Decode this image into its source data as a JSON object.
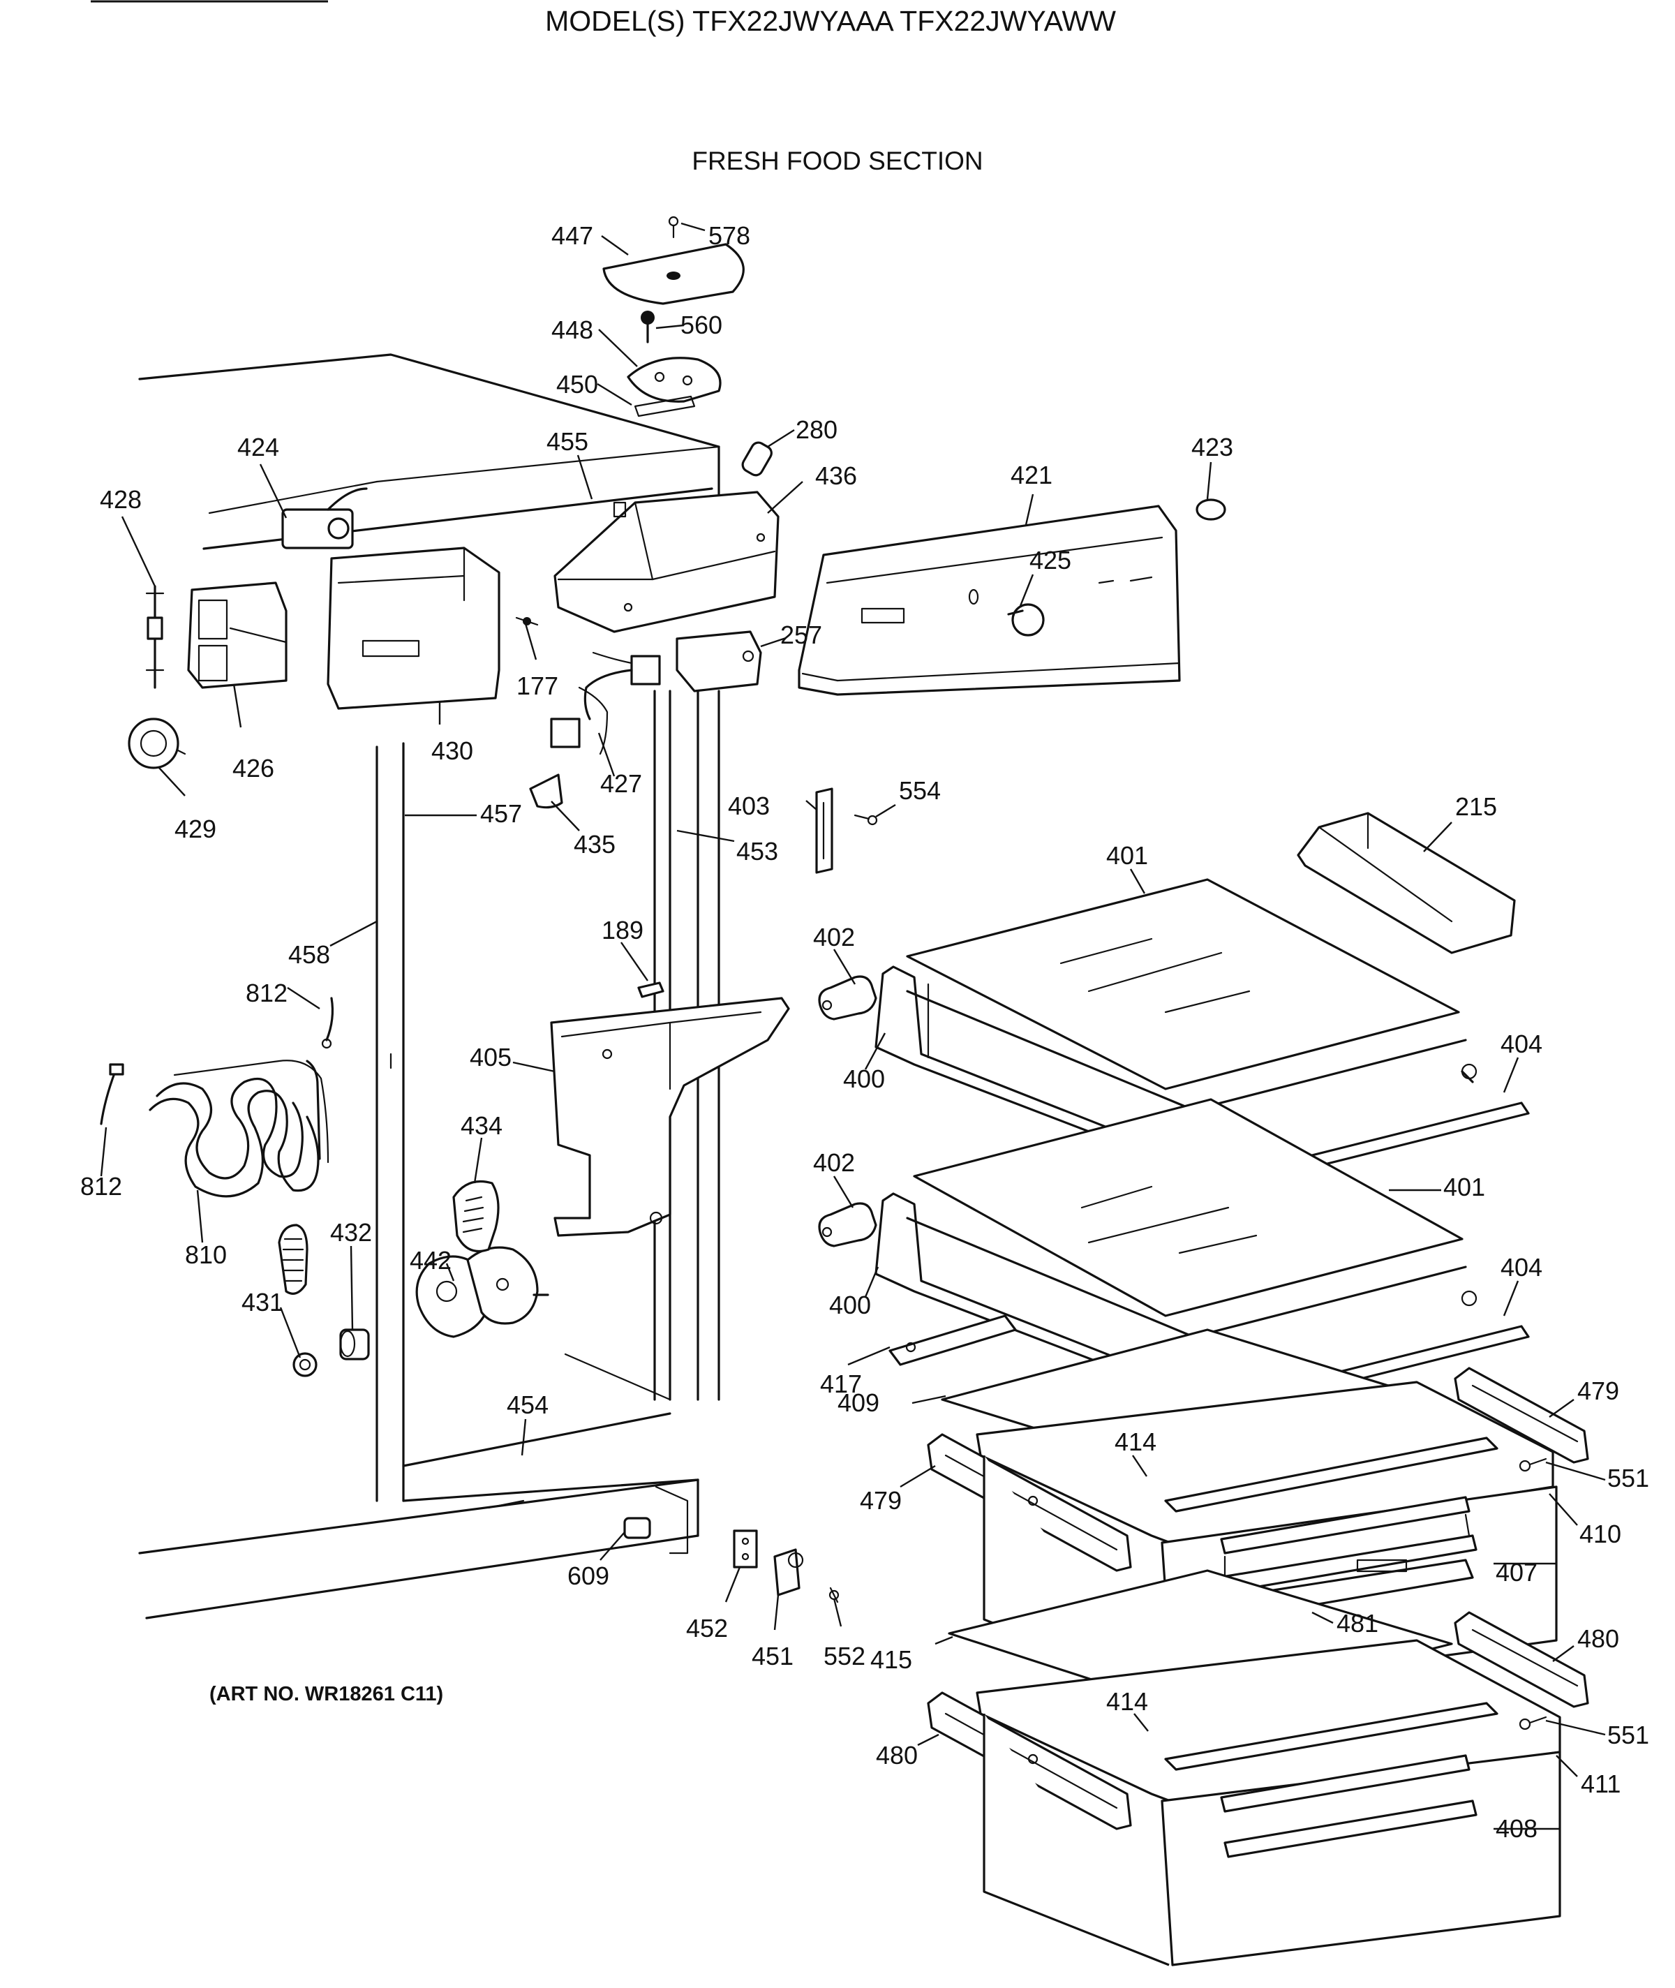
{
  "header": {
    "model_line": "MODEL(S) TFX22JWYAAA  TFX22JWYAWW",
    "section_title": "FRESH FOOD SECTION",
    "art_number": "(ART NO. WR18261 C11)"
  },
  "parts": [
    "447",
    "578",
    "448",
    "560",
    "450",
    "280",
    "455",
    "436",
    "424",
    "428",
    "423",
    "421",
    "425",
    "426",
    "430",
    "177",
    "257",
    "427",
    "429",
    "457",
    "435",
    "403",
    "554",
    "453",
    "215",
    "401",
    "458",
    "812",
    "189",
    "402",
    "405",
    "400",
    "404",
    "812",
    "434",
    "810",
    "432",
    "402",
    "401",
    "442",
    "431",
    "400",
    "404",
    "417",
    "454",
    "409",
    "479",
    "414",
    "551",
    "479",
    "410",
    "407",
    "609",
    "481",
    "452",
    "451",
    "552",
    "415",
    "480",
    "414",
    "551",
    "480",
    "411",
    "408"
  ]
}
